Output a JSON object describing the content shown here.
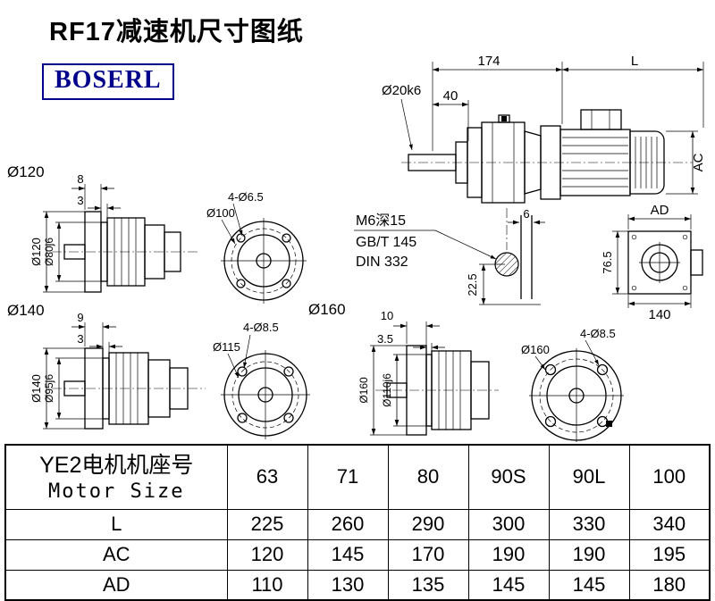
{
  "title": "RF17减速机尺寸图纸",
  "logo": "BOSERL",
  "main_view": {
    "dim_174": "174",
    "dim_L": "L",
    "dim_40": "40",
    "shaft_dia": "Ø20k6",
    "dim_AC": "AC"
  },
  "rear_view": {
    "dim_AD": "AD",
    "dim_765": "76.5",
    "dim_140": "140"
  },
  "shaft_end": {
    "line1": "M6深15",
    "line2": "GB/T 145",
    "line3": "DIN 332",
    "dim_6": "6",
    "dim_225": "22.5"
  },
  "flange120": {
    "section_label": "Ø120",
    "dim_a": "8",
    "dim_b": "3",
    "od": "Ø120",
    "spigot": "Ø80j6",
    "holes": "4-Ø6.5",
    "bolt_circle": "Ø100"
  },
  "flange140": {
    "section_label": "Ø140",
    "dim_a": "9",
    "dim_b": "3",
    "od": "Ø140",
    "spigot": "Ø95j6",
    "holes": "4-Ø8.5",
    "bolt_circle": "Ø115"
  },
  "flange160": {
    "section_label": "Ø160",
    "dim_a": "10",
    "dim_b": "3.5",
    "od": "Ø160",
    "spigot": "Ø110j6",
    "holes": "4-Ø8.5",
    "front_od": "Ø160"
  },
  "table": {
    "header_cn": "YE2电机机座号",
    "header_en": "Motor Size",
    "columns": [
      "63",
      "71",
      "80",
      "90S",
      "90L",
      "100"
    ],
    "rows": [
      {
        "label": "L",
        "values": [
          "225",
          "260",
          "290",
          "300",
          "330",
          "340"
        ]
      },
      {
        "label": "AC",
        "values": [
          "120",
          "145",
          "170",
          "190",
          "190",
          "195"
        ]
      },
      {
        "label": "AD",
        "values": [
          "110",
          "130",
          "135",
          "145",
          "145",
          "180"
        ]
      }
    ]
  }
}
